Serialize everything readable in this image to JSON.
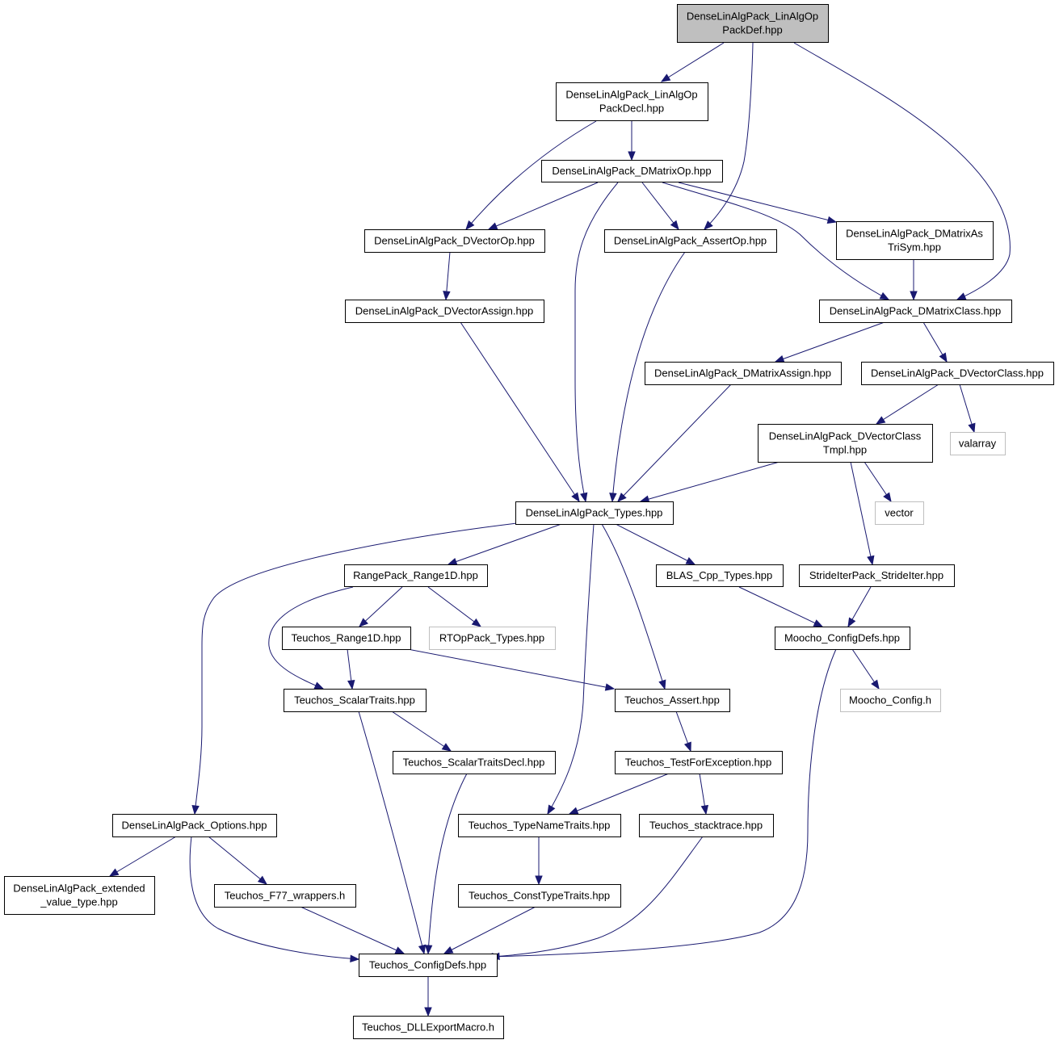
{
  "nodes": [
    {
      "id": "root",
      "lines": [
        "DenseLinAlgPack_LinAlgOp",
        "PackDef.hpp"
      ]
    },
    {
      "id": "decl",
      "lines": [
        "DenseLinAlgPack_LinAlgOp",
        "PackDecl.hpp"
      ]
    },
    {
      "id": "dmatop",
      "lines": [
        "DenseLinAlgPack_DMatrixOp.hpp"
      ]
    },
    {
      "id": "dvecop",
      "lines": [
        "DenseLinAlgPack_DVectorOp.hpp"
      ]
    },
    {
      "id": "assertop",
      "lines": [
        "DenseLinAlgPack_AssertOp.hpp"
      ]
    },
    {
      "id": "dmattrisym",
      "lines": [
        "DenseLinAlgPack_DMatrixAs",
        "TriSym.hpp"
      ]
    },
    {
      "id": "dvecassign",
      "lines": [
        "DenseLinAlgPack_DVectorAssign.hpp"
      ]
    },
    {
      "id": "dmatclass",
      "lines": [
        "DenseLinAlgPack_DMatrixClass.hpp"
      ]
    },
    {
      "id": "dmatassign",
      "lines": [
        "DenseLinAlgPack_DMatrixAssign.hpp"
      ]
    },
    {
      "id": "dvecclass",
      "lines": [
        "DenseLinAlgPack_DVectorClass.hpp"
      ]
    },
    {
      "id": "dvecclasstmpl",
      "lines": [
        "DenseLinAlgPack_DVectorClass",
        "Tmpl.hpp"
      ]
    },
    {
      "id": "valarray",
      "lines": [
        "valarray"
      ]
    },
    {
      "id": "types",
      "lines": [
        "DenseLinAlgPack_Types.hpp"
      ]
    },
    {
      "id": "vector",
      "lines": [
        "vector"
      ]
    },
    {
      "id": "range1d",
      "lines": [
        "RangePack_Range1D.hpp"
      ]
    },
    {
      "id": "blas",
      "lines": [
        "BLAS_Cpp_Types.hpp"
      ]
    },
    {
      "id": "strideiter",
      "lines": [
        "StrideIterPack_StrideIter.hpp"
      ]
    },
    {
      "id": "teuchosrange",
      "lines": [
        "Teuchos_Range1D.hpp"
      ]
    },
    {
      "id": "rtop",
      "lines": [
        "RTOpPack_Types.hpp"
      ]
    },
    {
      "id": "moochocfg",
      "lines": [
        "Moocho_ConfigDefs.hpp"
      ]
    },
    {
      "id": "scalartraits",
      "lines": [
        "Teuchos_ScalarTraits.hpp"
      ]
    },
    {
      "id": "tassert",
      "lines": [
        "Teuchos_Assert.hpp"
      ]
    },
    {
      "id": "moochoconfig",
      "lines": [
        "Moocho_Config.h"
      ]
    },
    {
      "id": "scalardecl",
      "lines": [
        "Teuchos_ScalarTraitsDecl.hpp"
      ]
    },
    {
      "id": "testexc",
      "lines": [
        "Teuchos_TestForException.hpp"
      ]
    },
    {
      "id": "options",
      "lines": [
        "DenseLinAlgPack_Options.hpp"
      ]
    },
    {
      "id": "typename",
      "lines": [
        "Teuchos_TypeNameTraits.hpp"
      ]
    },
    {
      "id": "stacktrace",
      "lines": [
        "Teuchos_stacktrace.hpp"
      ]
    },
    {
      "id": "extval",
      "lines": [
        "DenseLinAlgPack_extended",
        "_value_type.hpp"
      ]
    },
    {
      "id": "f77",
      "lines": [
        "Teuchos_F77_wrappers.h"
      ]
    },
    {
      "id": "consttype",
      "lines": [
        "Teuchos_ConstTypeTraits.hpp"
      ]
    },
    {
      "id": "teuchoscfg",
      "lines": [
        "Teuchos_ConfigDefs.hpp"
      ]
    },
    {
      "id": "dllexport",
      "lines": [
        "Teuchos_DLLExportMacro.h"
      ]
    }
  ],
  "edges": [
    [
      "root",
      "decl"
    ],
    [
      "root",
      "assertop"
    ],
    [
      "root",
      "dmatclass"
    ],
    [
      "decl",
      "dvecop"
    ],
    [
      "decl",
      "dmatop"
    ],
    [
      "dmatop",
      "dvecop"
    ],
    [
      "dmatop",
      "assertop"
    ],
    [
      "dmatop",
      "dmattrisym"
    ],
    [
      "dmatop",
      "dmatclass"
    ],
    [
      "dmatop",
      "types"
    ],
    [
      "dvecop",
      "dvecassign"
    ],
    [
      "dvecassign",
      "types"
    ],
    [
      "assertop",
      "types"
    ],
    [
      "dmattrisym",
      "dmatclass"
    ],
    [
      "dmatclass",
      "dmatassign"
    ],
    [
      "dmatclass",
      "dvecclass"
    ],
    [
      "dmatassign",
      "types"
    ],
    [
      "dvecclass",
      "dvecclasstmpl"
    ],
    [
      "dvecclass",
      "valarray"
    ],
    [
      "dvecclasstmpl",
      "types"
    ],
    [
      "dvecclasstmpl",
      "vector"
    ],
    [
      "dvecclasstmpl",
      "strideiter"
    ],
    [
      "types",
      "options"
    ],
    [
      "types",
      "range1d"
    ],
    [
      "types",
      "typename"
    ],
    [
      "types",
      "tassert"
    ],
    [
      "types",
      "blas"
    ],
    [
      "range1d",
      "teuchosrange"
    ],
    [
      "range1d",
      "rtop"
    ],
    [
      "range1d",
      "scalartraits"
    ],
    [
      "blas",
      "moochocfg"
    ],
    [
      "strideiter",
      "moochocfg"
    ],
    [
      "teuchosrange",
      "scalartraits"
    ],
    [
      "teuchosrange",
      "tassert"
    ],
    [
      "moochocfg",
      "moochoconfig"
    ],
    [
      "moochocfg",
      "teuchoscfg"
    ],
    [
      "scalartraits",
      "scalardecl"
    ],
    [
      "scalartraits",
      "teuchoscfg"
    ],
    [
      "tassert",
      "testexc"
    ],
    [
      "scalardecl",
      "teuchoscfg"
    ],
    [
      "testexc",
      "typename"
    ],
    [
      "testexc",
      "stacktrace"
    ],
    [
      "options",
      "extval"
    ],
    [
      "options",
      "f77"
    ],
    [
      "options",
      "teuchoscfg"
    ],
    [
      "typename",
      "consttype"
    ],
    [
      "stacktrace",
      "teuchoscfg"
    ],
    [
      "f77",
      "teuchoscfg"
    ],
    [
      "consttype",
      "teuchoscfg"
    ],
    [
      "teuchoscfg",
      "dllexport"
    ]
  ],
  "colors": {
    "edge": "#191970",
    "root_fill": "#bfbfbf",
    "external_border": "#bfbfbf",
    "node_border": "#000000"
  }
}
